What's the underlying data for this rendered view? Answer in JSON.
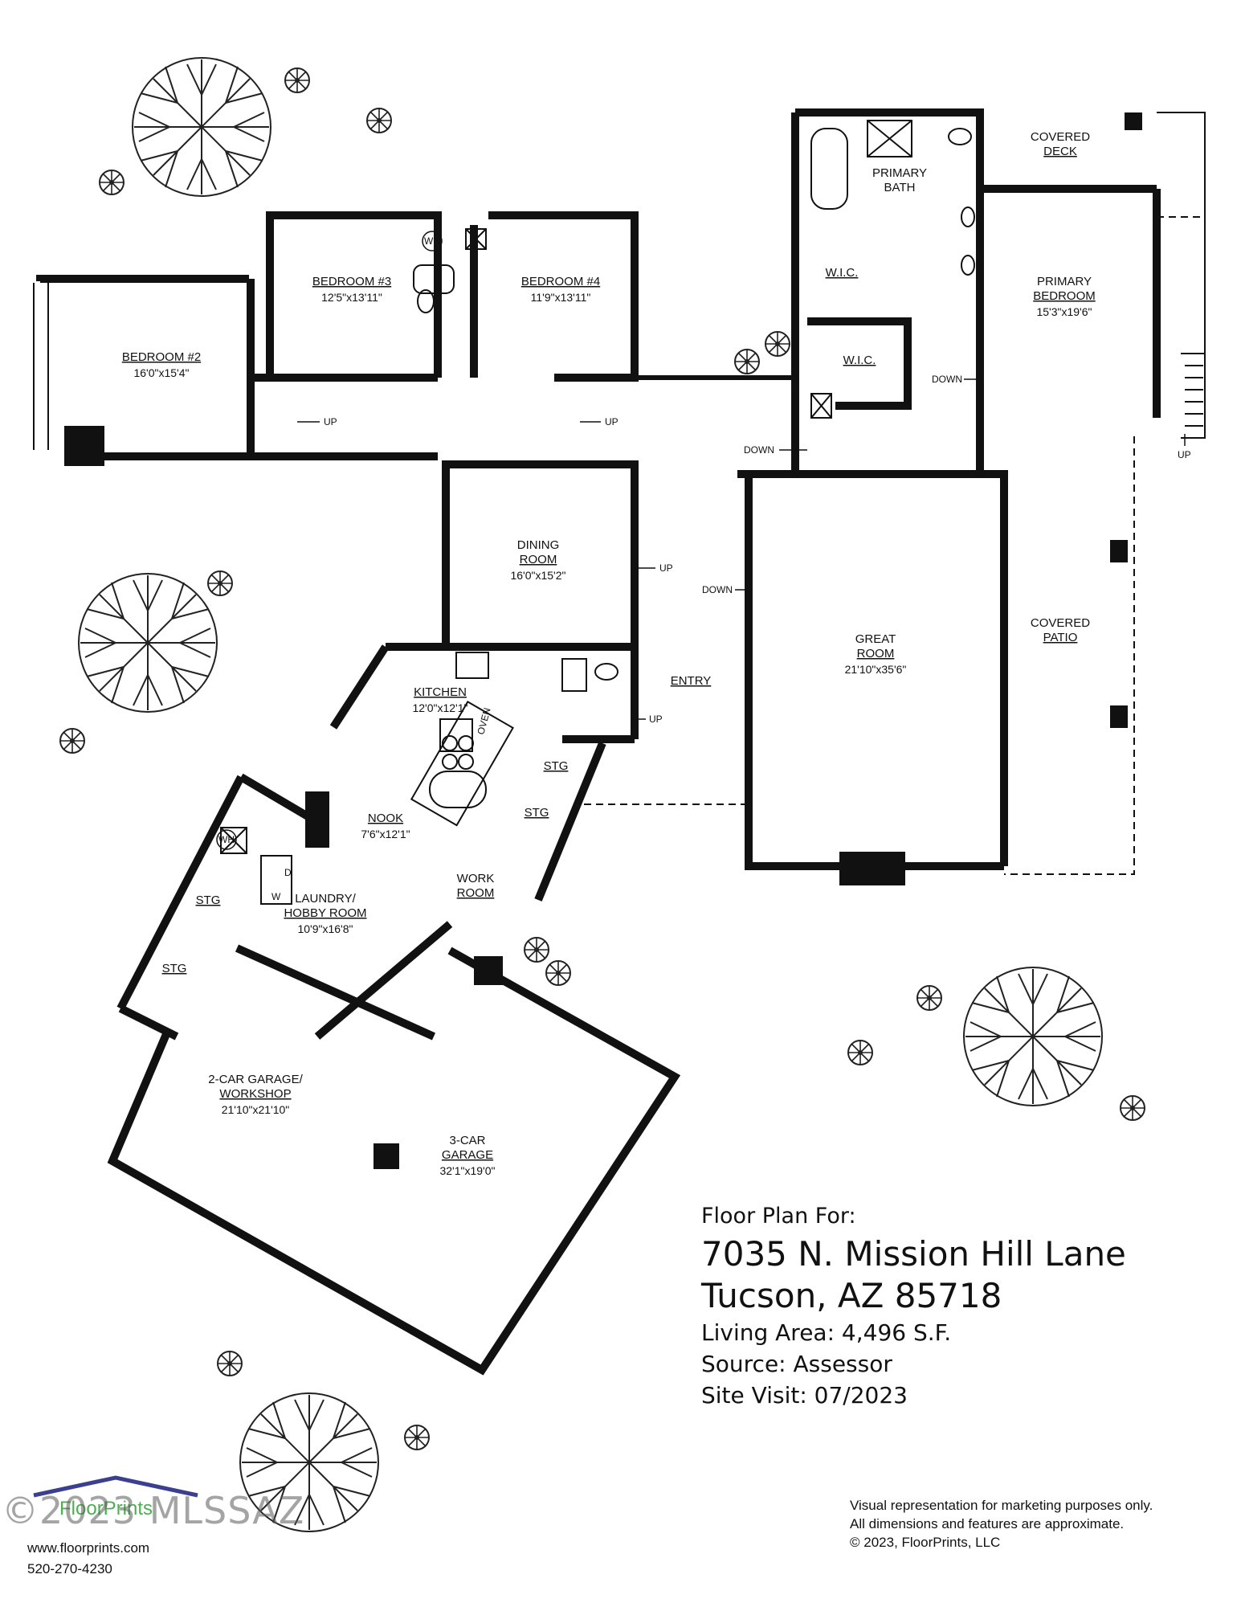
{
  "rooms": {
    "bedroom2": {
      "name": "BEDROOM #2",
      "dim": "16'0\"x15'4\""
    },
    "bedroom3": {
      "name": "BEDROOM #3",
      "dim": "12'5\"x13'11\""
    },
    "bedroom4": {
      "name": "BEDROOM #4",
      "dim": "11'9\"x13'11\""
    },
    "primary_bath": {
      "name1": "PRIMARY",
      "name2": "BATH"
    },
    "wic1": {
      "name": "W.I.C."
    },
    "wic2": {
      "name": "W.I.C."
    },
    "covered_deck": {
      "name1": "COVERED",
      "name2": "DECK"
    },
    "primary_bedroom": {
      "name1": "PRIMARY",
      "name2": "BEDROOM",
      "dim": "15'3\"x19'6\""
    },
    "dining": {
      "name1": "DINING",
      "name2": "ROOM",
      "dim": "16'0\"x15'2\""
    },
    "great_room": {
      "name1": "GREAT",
      "name2": "ROOM",
      "dim": "21'10\"x35'6\""
    },
    "covered_patio": {
      "name1": "COVERED",
      "name2": "PATIO"
    },
    "entry": {
      "name": "ENTRY"
    },
    "kitchen": {
      "name": "KITCHEN",
      "dim": "12'0\"x12'1\""
    },
    "nook": {
      "name": "NOOK",
      "dim": "7'6\"x12'1\""
    },
    "laundry": {
      "name1": "LAUNDRY/",
      "name2": "HOBBY ROOM",
      "dim": "10'9\"x16'8\""
    },
    "work_room": {
      "name1": "WORK",
      "name2": "ROOM"
    },
    "stg1": {
      "name": "STG"
    },
    "stg2": {
      "name": "STG"
    },
    "stg3": {
      "name": "STG"
    },
    "stg4": {
      "name": "STG"
    },
    "garage2": {
      "name1": "2-CAR GARAGE/",
      "name2": "WORKSHOP",
      "dim": "21'10\"x21'10\""
    },
    "garage3": {
      "name1": "3-CAR",
      "name2": "GARAGE",
      "dim": "32'1\"x19'0\""
    }
  },
  "fixtures": {
    "wh1": "WH",
    "wh2": "WH",
    "oven": "OVEN",
    "d": "D",
    "w": "W"
  },
  "arrows": {
    "up_b2": "UP",
    "up_b4": "UP",
    "up_dining": "UP",
    "up_entry": "UP",
    "up_deck": "UP",
    "down_wic": "DOWN",
    "down_primary": "DOWN",
    "down_great": "DOWN"
  },
  "info": {
    "heading": "Floor Plan For:",
    "address1": "7035 N. Mission Hill Lane",
    "address2": "Tucson, AZ 85718",
    "living_area": "Living Area:  4,496 S.F.",
    "source": "Source:  Assessor",
    "site_visit": "Site Visit:  07/2023"
  },
  "disclaimer": {
    "line1": "Visual representation for marketing purposes only.",
    "line2": "All dimensions and features are approximate.",
    "line3": "© 2023, FloorPrints, LLC"
  },
  "brand": {
    "logo_text": "FloorPrints",
    "url": "www.floorprints.com",
    "phone": "520-270-4230",
    "watermark": "©2023 MLSSAZ"
  },
  "colors": {
    "wall": "#111111",
    "accent": "#3b3f8f",
    "brand_green": "#4caf50"
  }
}
